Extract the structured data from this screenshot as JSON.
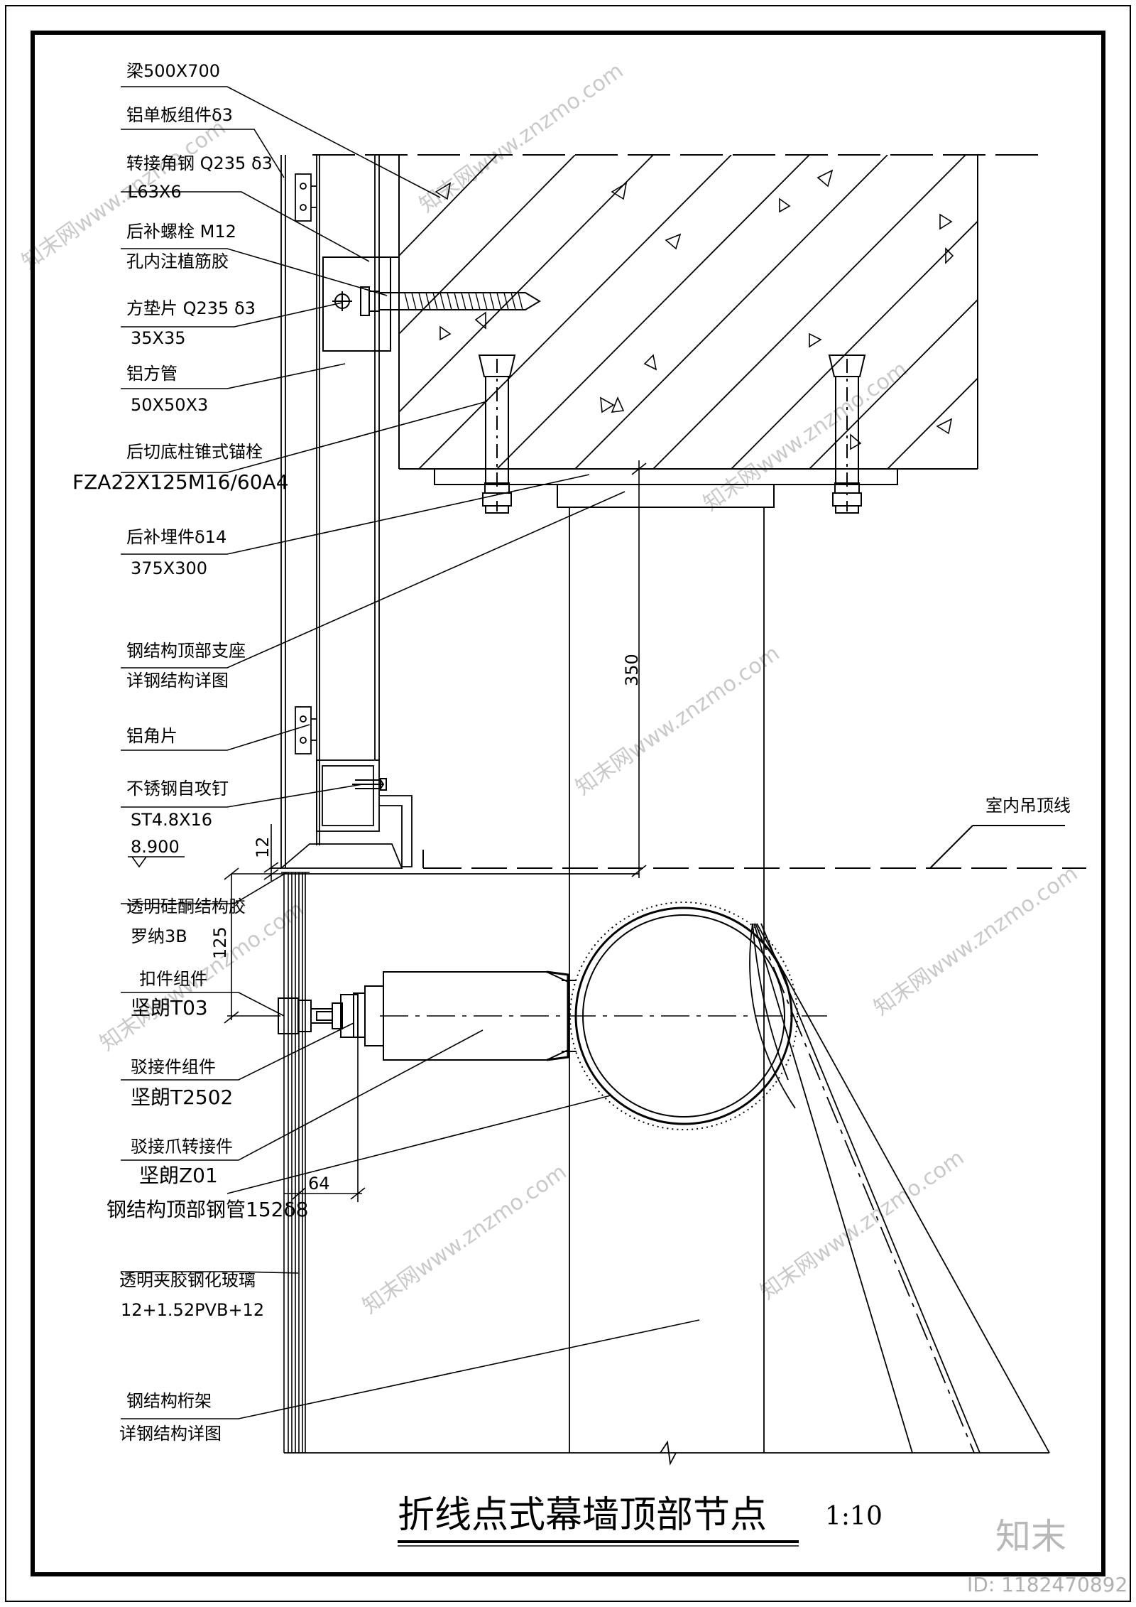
{
  "labels": {
    "beam": "梁500X700",
    "al_panel": "铝单板组件δ3",
    "angle_steel_1": "转接角钢 Q235 δ3",
    "angle_steel_2": "L63X6",
    "bolt_1": "后补螺栓 M12",
    "bolt_2": "孔内注植筋胶",
    "washer_1": "方垫片 Q235 δ3",
    "washer_2": "35X35",
    "al_tube_1": "铝方管",
    "al_tube_2": "50X50X3",
    "anchor_1": "后切底柱锥式锚栓",
    "anchor_2": "FZA22X125M16/60A4",
    "plate_1": "后补埋件δ14",
    "plate_2": "375X300",
    "support_1": "钢结构顶部支座",
    "support_2": "详钢结构详图",
    "al_angle": "铝角片",
    "screw_1": "不锈钢自攻钉",
    "screw_2": "ST4.8X16",
    "elevation": "8.900",
    "sealant_1": "透明硅酮结构胶",
    "sealant_2": "罗纳3B",
    "clamp_1": "扣件组件",
    "clamp_2": "坚朗T03",
    "spider_1": "驳接件组件",
    "spider_2": "坚朗T2502",
    "arm_1": "驳接爪转接件",
    "arm_2": "坚朗Z01",
    "pipe": "钢结构顶部钢管152δ8",
    "glass_1": "透明夹胶钢化玻璃",
    "glass_2": "12+1.52PVB+12",
    "truss_1": "钢结构桁架",
    "truss_2": "详钢结构详图",
    "ceiling": "室内吊顶线"
  },
  "dimensions": {
    "d350": "350",
    "d12": "12",
    "d125": "125",
    "d64": "64"
  },
  "title": {
    "main": "折线点式幕墙顶部节点",
    "scale": "1:10"
  },
  "watermark": {
    "logo": "知末",
    "id": "ID: 1182470892",
    "url": "知末网www.znzmo.com"
  }
}
